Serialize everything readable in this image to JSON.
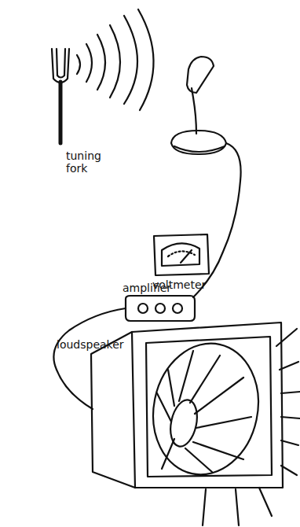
{
  "diagram": {
    "labels": [
      "tuning fork",
      "voltmeter",
      "amplifier",
      "loudspeaker"
    ]
  }
}
